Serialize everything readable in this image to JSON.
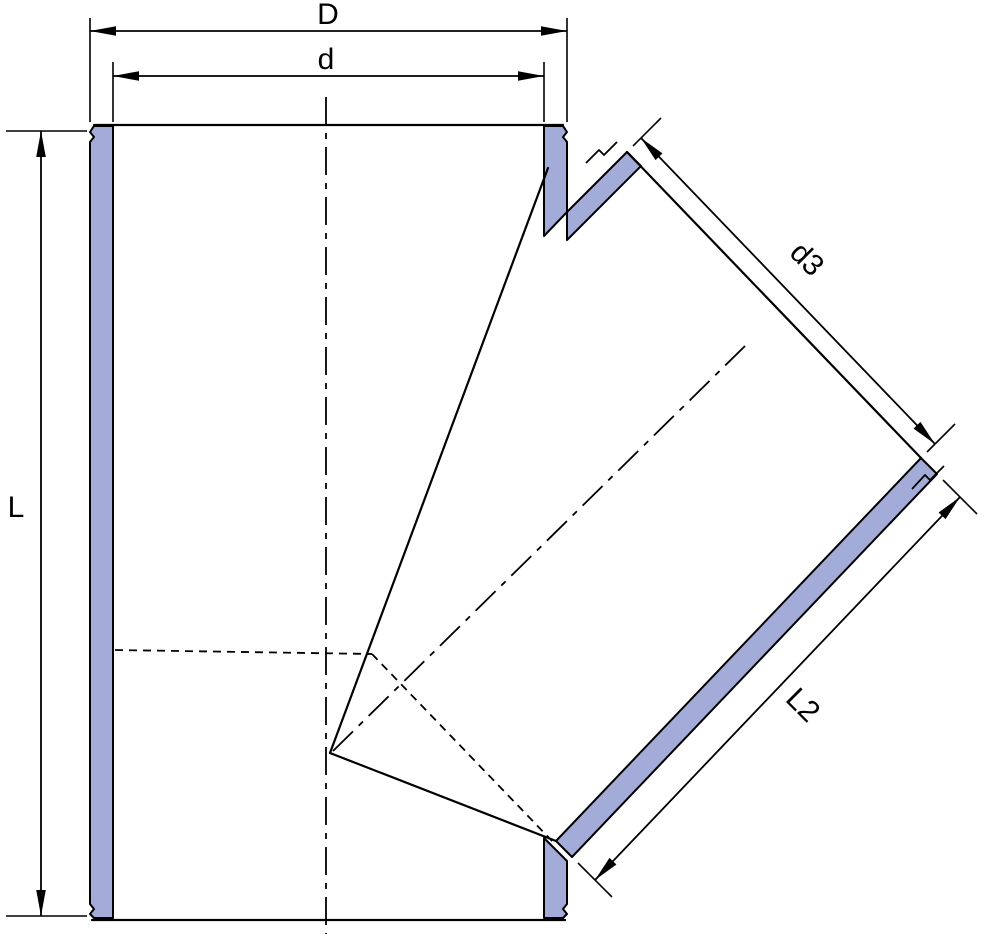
{
  "diagram": {
    "labels": {
      "outer_diameter": "D",
      "inner_diameter": "d",
      "body_length": "L",
      "branch_diameter": "d3",
      "branch_length": "L2"
    },
    "colors": {
      "wall_fill": "#a3acd8",
      "line": "#000000",
      "background": "#ffffff"
    }
  }
}
